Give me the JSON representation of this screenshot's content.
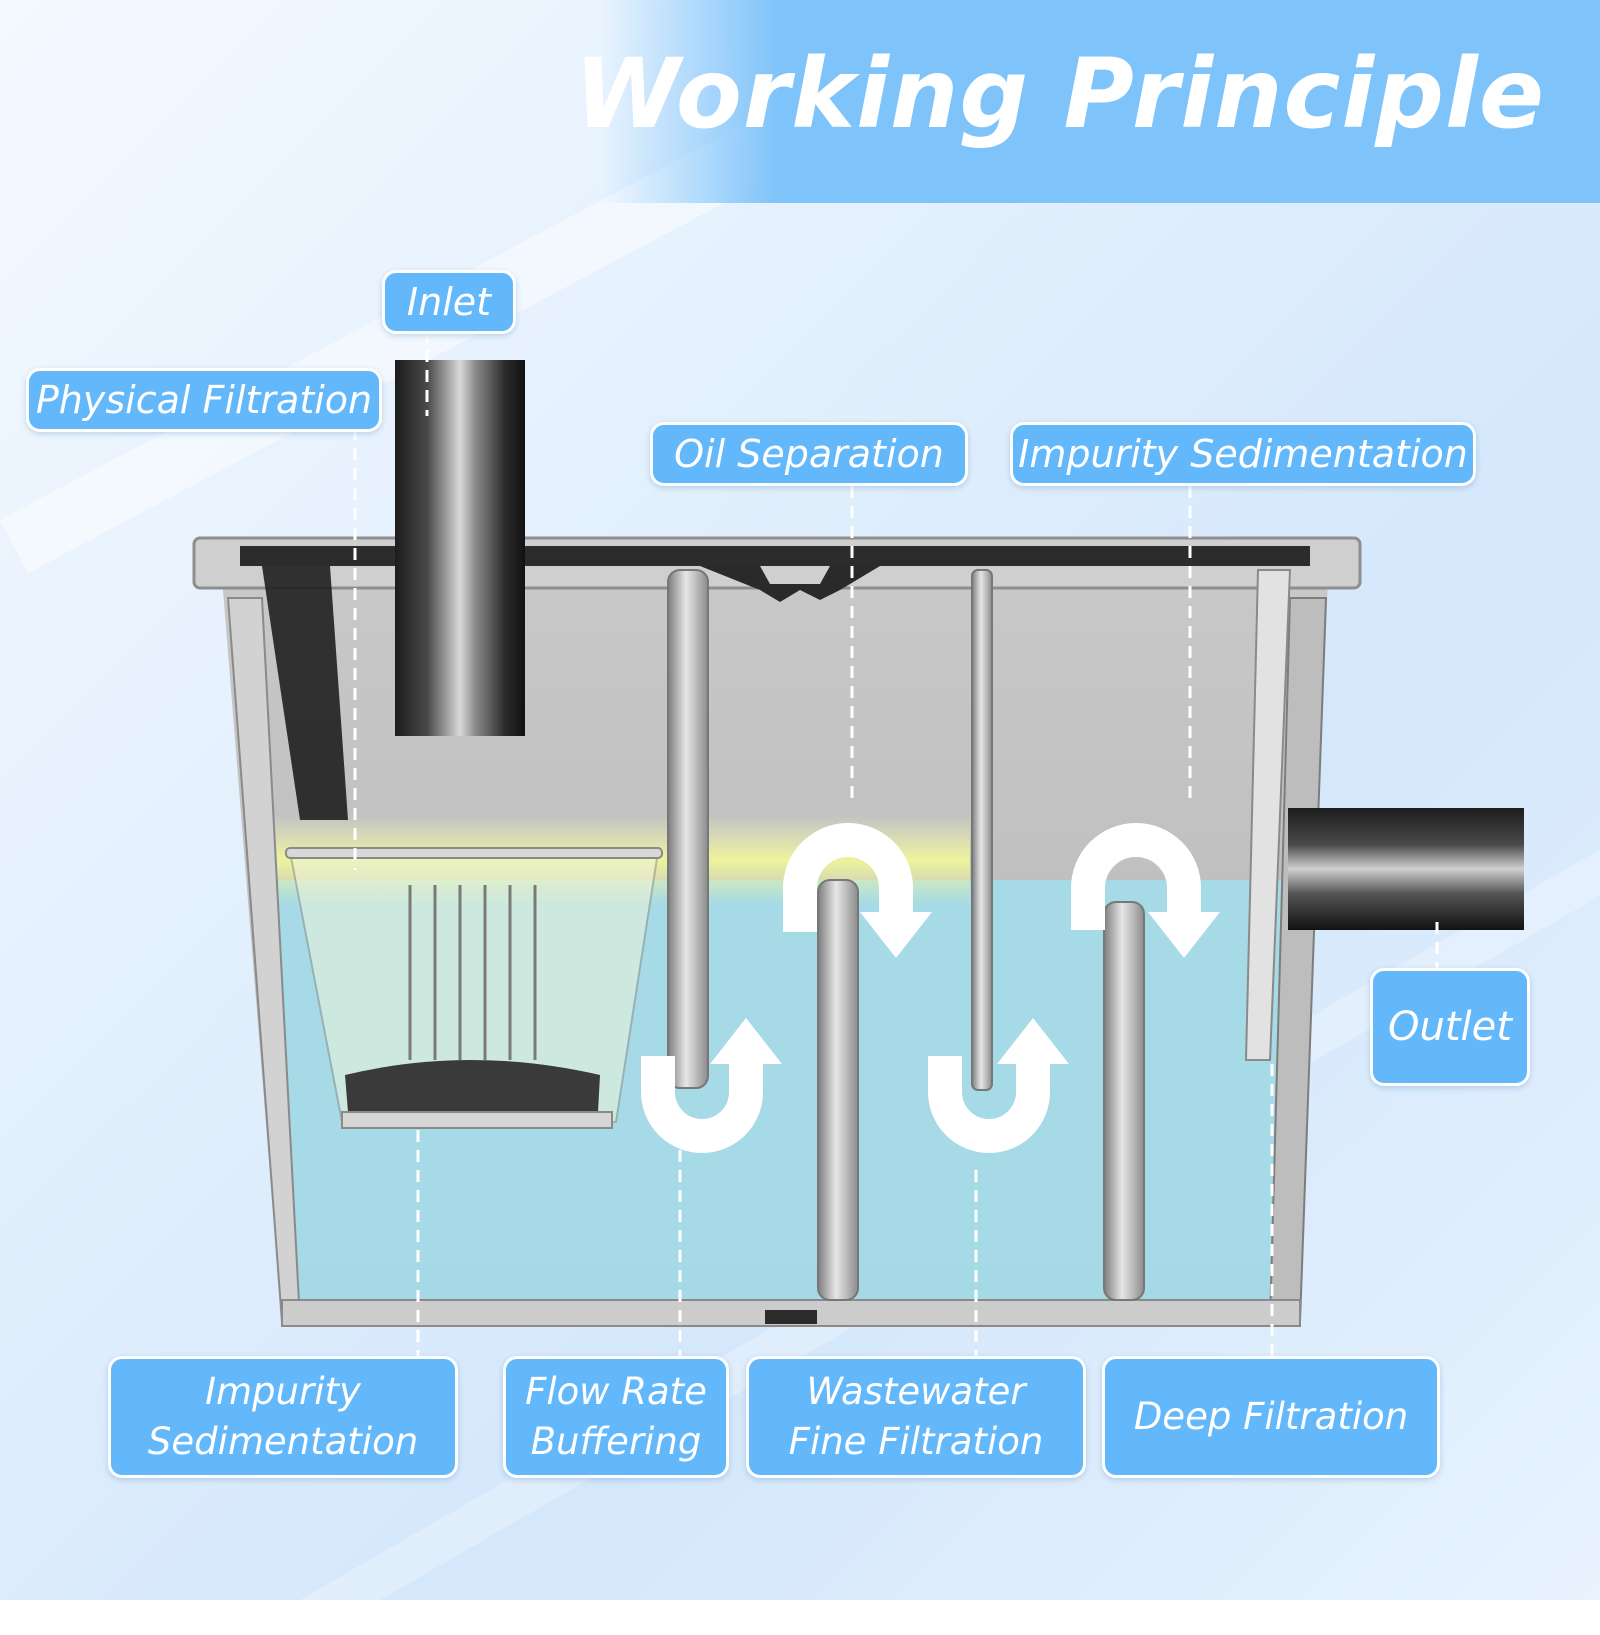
{
  "title": "Working Principle",
  "labels": {
    "inlet": "Inlet",
    "physical_filtration": "Physical Filtration",
    "oil_separation": "Oil Separation",
    "impurity_sedimentation_top": "Impurity Sedimentation",
    "outlet": "Outlet",
    "impurity_sedimentation_bottom": [
      "Impurity",
      "Sedimentation"
    ],
    "flow_rate_buffering": [
      "Flow Rate",
      "Buffering"
    ],
    "wastewater_fine_filtration": [
      "Wastewater",
      "Fine Filtration"
    ],
    "deep_filtration": "Deep Filtration"
  },
  "colors": {
    "label_fill": "#63b7fb",
    "title_band": "#7ec3fa",
    "water": "#a4dbe8",
    "oil_layer": "#eef7a6",
    "tank_gray": "#bcbcbc",
    "pipe_dark": "#2b2b2b"
  }
}
